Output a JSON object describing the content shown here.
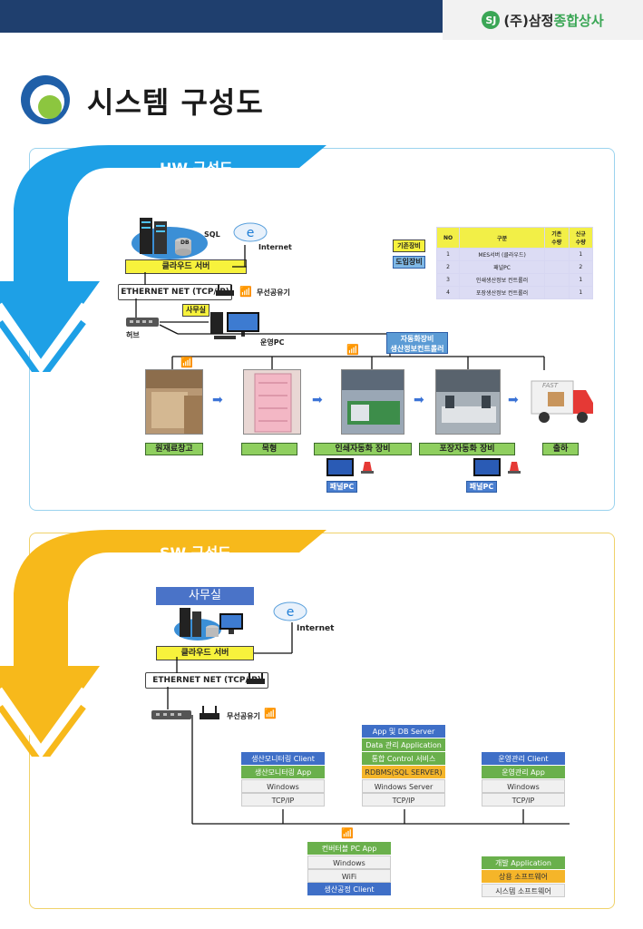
{
  "header": {
    "logo_mark": "SJ",
    "logo_prefix": "(주)삼정",
    "logo_highlight": "종합상사"
  },
  "page_title": "시스템 구성도",
  "hw": {
    "section_title": "HW 구성도",
    "sql_label": "SQL",
    "db_label": "DB",
    "internet_label": "Internet",
    "cloud_server": "클라우드 서버",
    "ethernet": "ETHERNET NET (TCP/IP)",
    "wireless_router": "무선공유기",
    "office": "사무실",
    "hub": "허브",
    "ops_pc": "운영PC",
    "automation_box": "자동화장비\n생산정보컨트롤러",
    "legend_existing": "기존장비",
    "legend_new": "도입장비",
    "table_headers": [
      "NO",
      "구분",
      "기존\n수량",
      "신규\n수량"
    ],
    "table_rows": [
      [
        "1",
        "MES서버 (클라우드)",
        "",
        "1"
      ],
      [
        "2",
        "패널PC",
        "",
        "2"
      ],
      [
        "3",
        "인쇄생산정보 컨트롤러",
        "",
        "1"
      ],
      [
        "4",
        "포장생산정보 컨트롤러",
        "",
        "1"
      ]
    ],
    "process": [
      "원재료창고",
      "목형",
      "인쇄자동화 장비",
      "포장자동화 장비",
      "출하"
    ],
    "panel_pc": "패널PC",
    "truck_text": "FAST"
  },
  "sw": {
    "section_title": "SW 구성도",
    "office": "사무실",
    "internet_label": "Internet",
    "cloud_server": "클라우드 서버",
    "ethernet": "ETHERNET NET (TCP/IP)",
    "wireless_router": "무선공유기",
    "left_stack": [
      "생산모니터링 Client",
      "생산모니터링 App",
      "Windows",
      "TCP/IP"
    ],
    "center_stack": [
      "App 및 DB Server",
      "Data 관리 Application",
      "통합 Control 서비스",
      "RDBMS(SQL SERVER)",
      "Windows Server",
      "TCP/IP"
    ],
    "right_stack": [
      "운영관리 Client",
      "운영관리 App",
      "Windows",
      "TCP/IP"
    ],
    "bottom_stack": [
      "컨버터블 PC App",
      "Windows",
      "WiFi",
      "생산공정 Client"
    ],
    "legend": [
      "개발 Application",
      "상용 소프트웨어",
      "시스템 소프트웨어"
    ]
  }
}
